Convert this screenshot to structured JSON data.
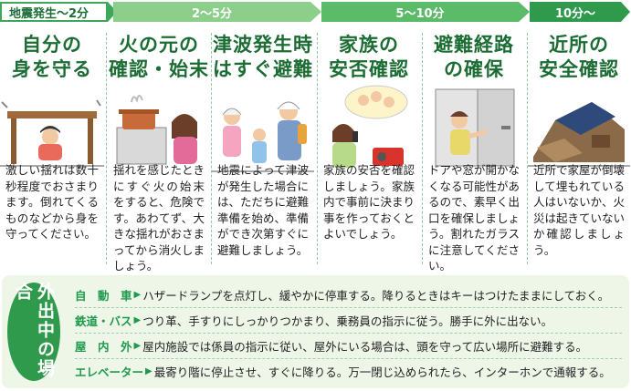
{
  "timeline": [
    {
      "label": "地震発生〜2分"
    },
    {
      "label": "2〜5分"
    },
    {
      "label": "5〜10分"
    },
    {
      "label": "10分〜"
    }
  ],
  "columns": [
    {
      "title_line1": "自分の",
      "title_line2": "身を守る",
      "body": "激しい揺れは数十秒程度でおさまります。倒れてくるものなどから身を守ってください。"
    },
    {
      "title_line1": "火の元の",
      "title_line2": "確認・始末",
      "body": "揺れを感じたときにすぐ火の始末をすると、危険です。あわてず、大きな揺れがおさまってから消火しましょう。"
    },
    {
      "title_line1": "津波発生時",
      "title_line2": "はすぐ避難",
      "body": "地震によって津波が発生した場合には、ただちに避難準備を始め、準備ができ次第すぐに避難しましょう。"
    },
    {
      "title_line1": "家族の",
      "title_line2": "安否確認",
      "body": "家族の安否を確認しましょう。家族内で事前に決まり事を作っておくとよいでしょう。"
    },
    {
      "title_line1": "避難経路",
      "title_line2": "の確保",
      "body": "ドアや窓が開かなくなる可能性があるので、素早く出口を確保しましょう。割れたガラスに注意してください。"
    },
    {
      "title_line1": "近所の",
      "title_line2": "安全確認",
      "body": "近所で家屋が倒壊して埋もれている人はいないか、火災は起きていないか確認しましょう。"
    }
  ],
  "outside": {
    "label": "外出中の場合",
    "rows": [
      {
        "label": "自　動　車",
        "text": "ハザードランプを点灯し、緩やかに停車する。降りるときはキーはつけたままにしておく。"
      },
      {
        "label": "鉄道・バス",
        "text": "つり革、手すりにしっかりつかまり、乗務員の指示に従う。勝手に外に出ない。"
      },
      {
        "label": "屋　内　外",
        "text": "屋内施設では係員の指示に従い、屋外にいる場合は、頭を守って広い場所に避難する。"
      },
      {
        "label": "エレベーター",
        "text": "最寄り階に停止させ、すぐに降りる。万一閉じ込められたら、インターホンで通報する。"
      }
    ]
  },
  "colors": {
    "green_light": "#8ccf8a",
    "green_mid": "#4fb35d",
    "green_dark": "#2f9a4c",
    "title_green": "#1c6d34"
  }
}
